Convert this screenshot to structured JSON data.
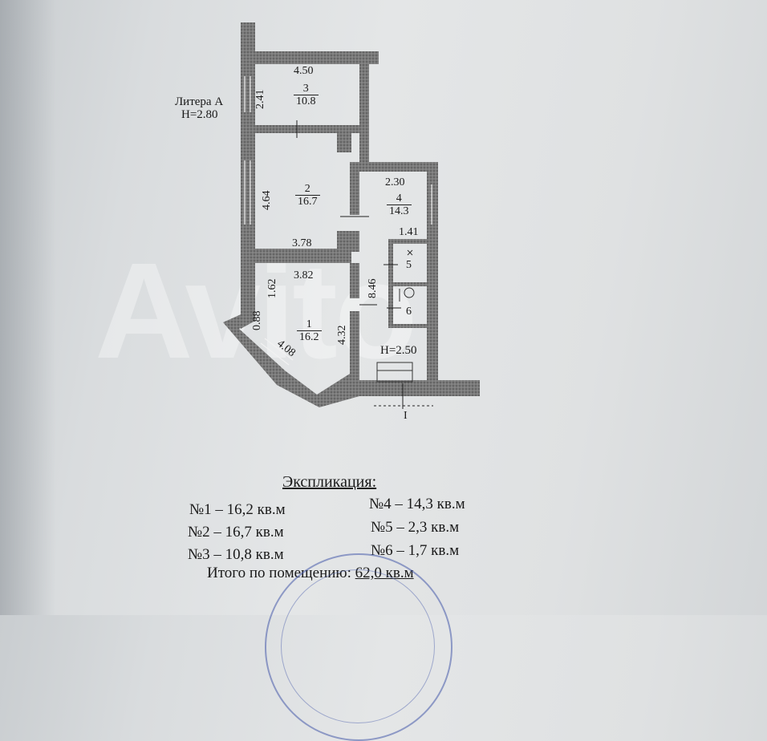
{
  "plan": {
    "liter": "Литера А",
    "height_main": "H=2.80",
    "height_secondary": "H=2.50",
    "section_mark": "I",
    "dimensions": {
      "room3_width": "4.50",
      "room3_depth": "2.41",
      "room2_depth": "4.64",
      "room2_width": "3.78",
      "room1_width": "3.82",
      "room1_side": "1.62",
      "room1_corner": "0.88",
      "room1_diag": "4.08",
      "room1_depth": "4.32",
      "room4_width": "2.30",
      "bath_width": "1.41",
      "corridor_len": "8.46"
    },
    "rooms": [
      {
        "num": "1",
        "area": "16.2"
      },
      {
        "num": "2",
        "area": "16.7"
      },
      {
        "num": "3",
        "area": "10.8"
      },
      {
        "num": "4",
        "area": "14.3"
      },
      {
        "num": "5",
        "area": ""
      },
      {
        "num": "6",
        "area": ""
      }
    ]
  },
  "explication": {
    "title": "Экспликация:",
    "items": [
      "№1 – 16,2 кв.м",
      "№2 – 16,7 кв.м",
      "№3 – 10,8 кв.м",
      "№4 – 14,3 кв.м",
      "№5 – 2,3 кв.м",
      "№6 – 1,7 кв.м"
    ],
    "total_label": "Итого по помещению:",
    "total_value": "62,0 кв.м"
  },
  "watermark": "Avito",
  "colors": {
    "wall": "#6e6e6e",
    "paper": "#e2e4e5",
    "stamp": "#4a5aaa"
  }
}
